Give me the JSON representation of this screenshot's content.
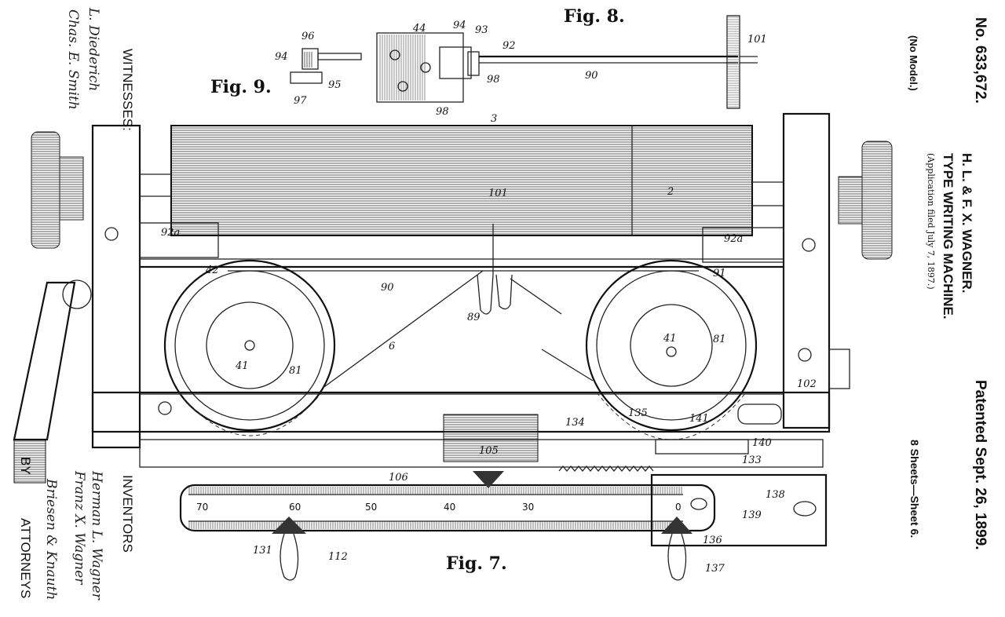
{
  "header": {
    "patent_number": "No. 633,672.",
    "patented": "Patented Sept. 26, 1899.",
    "model": "(No Model.)",
    "inventors_name": "H. L. & F. X. WAGNER.",
    "title": "TYPE WRITING MACHINE.",
    "application": "(Application filed July 7, 1897.)",
    "sheets": "8 Sheets—Sheet 6."
  },
  "side_labels": {
    "witnesses": "WITNESSES:",
    "inventors": "INVENTORS",
    "by": "BY",
    "attorneys": "ATTORNEYS"
  },
  "signatures": {
    "witness_1": "L. Diederich",
    "witness_2": "Chas. E. Smith",
    "inventor_1": "Herman L. Wagner",
    "inventor_2": "Franz X. Wagner",
    "attorney": "Briesen & Knauth"
  },
  "figures": {
    "fig7": "Fig. 7.",
    "fig8": "Fig. 8.",
    "fig9": "Fig. 9."
  },
  "scale_labels": [
    "70",
    "60",
    "50",
    "40",
    "30",
    "0"
  ],
  "refs": {
    "r96": "96",
    "r94a": "94",
    "r95": "95",
    "r97": "97",
    "r44": "44",
    "r94b": "94",
    "r93": "93",
    "r92": "92",
    "r98a": "98",
    "r98b": "98",
    "r101a": "101",
    "r90a": "90",
    "r3": "3",
    "r2": "2",
    "r101b": "101",
    "r92a_l": "92a",
    "r92a_r": "92a",
    "r42": "42",
    "r91": "91",
    "r90b": "90",
    "r89": "89",
    "r6": "6",
    "r41a": "41",
    "r81a": "81",
    "r41b": "41",
    "r81b": "81",
    "r102": "102",
    "r105": "105",
    "r134": "134",
    "r135": "135",
    "r141": "141",
    "r140": "140",
    "r133": "133",
    "r106": "106",
    "r138": "138",
    "r139": "139",
    "r131": "131",
    "r112": "112",
    "r136": "136",
    "r137": "137"
  }
}
